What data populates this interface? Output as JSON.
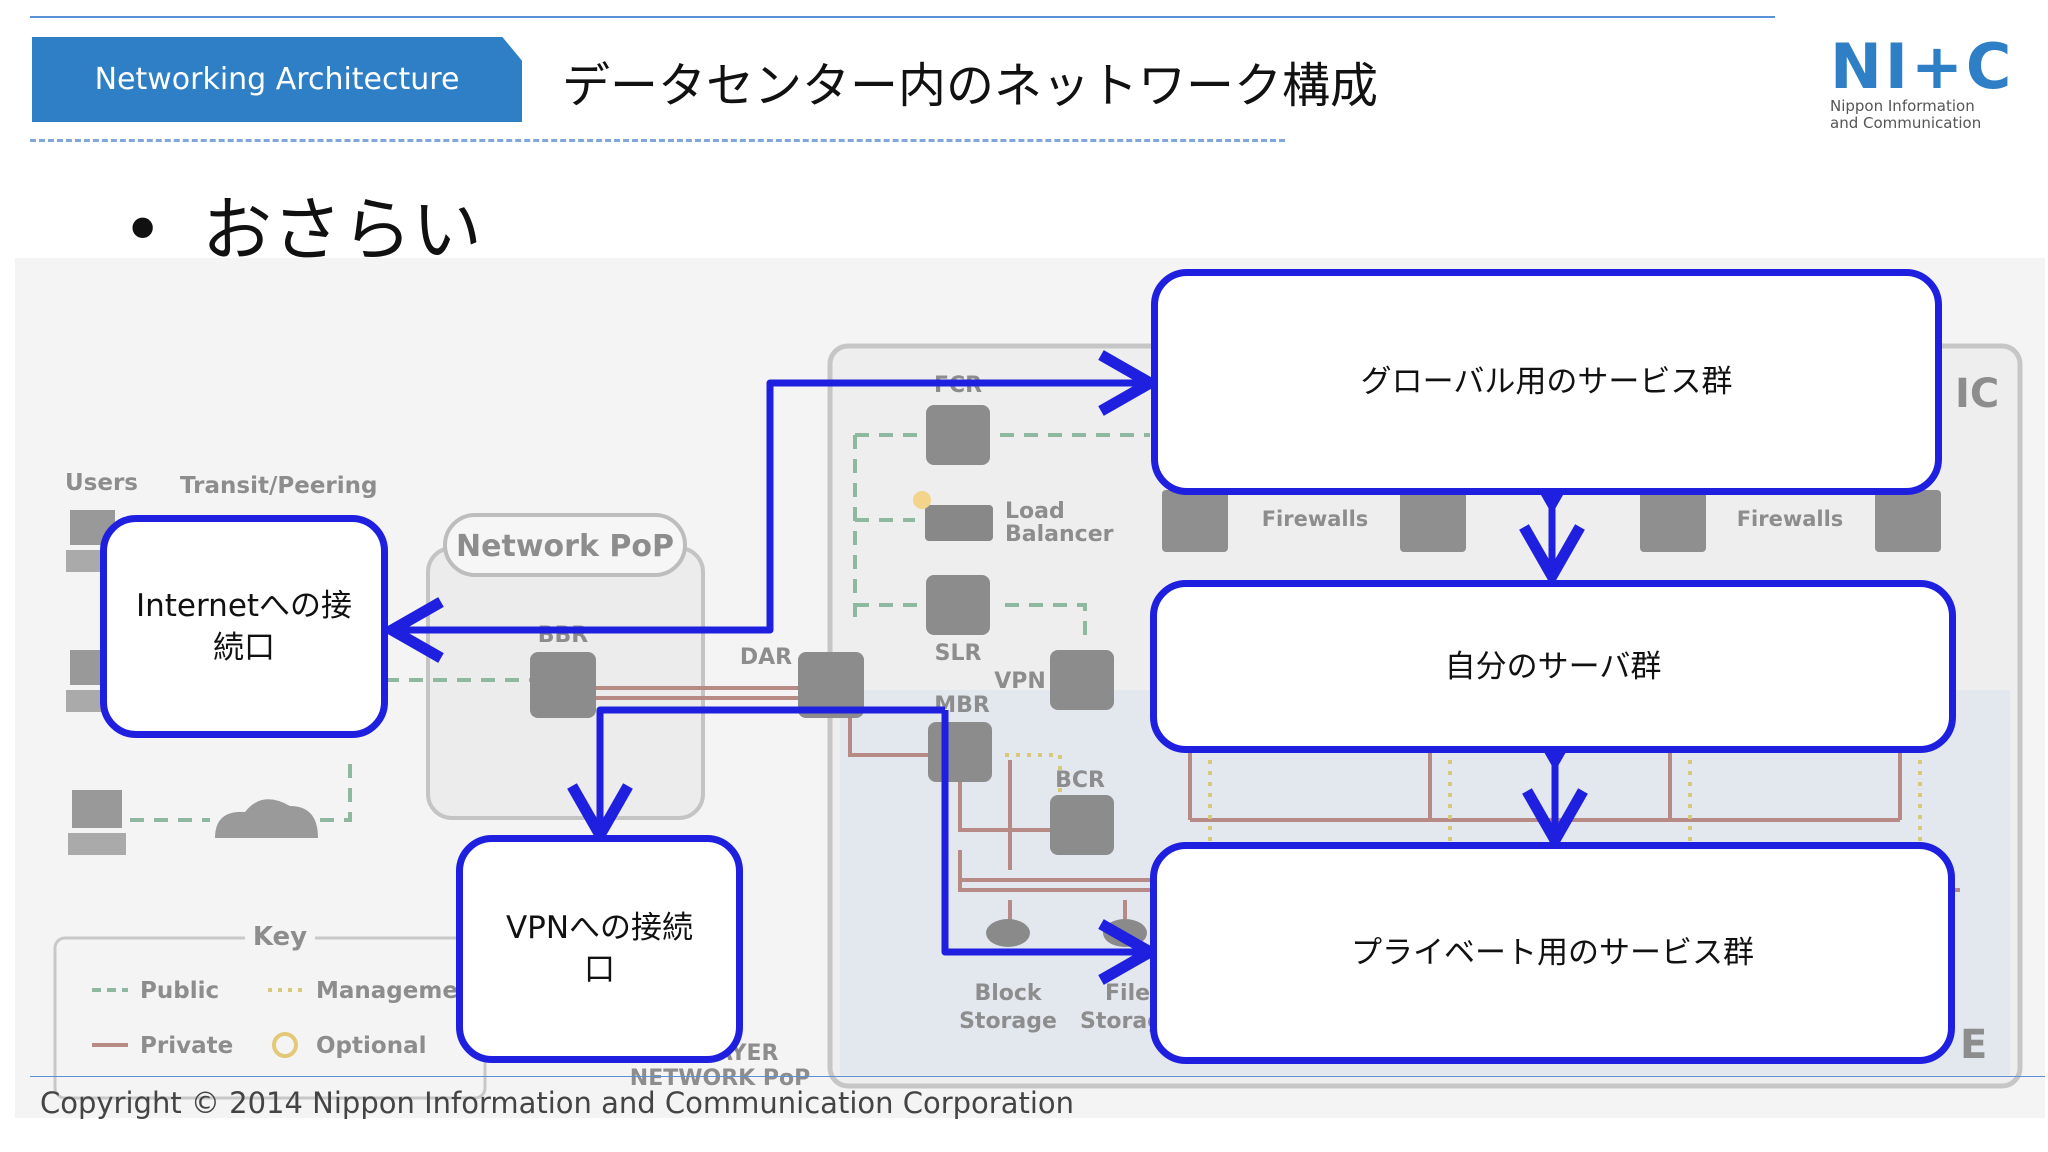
{
  "header": {
    "section_tab": "Networking Architecture",
    "title": "データセンター内のネットワーク構成",
    "logo_mark": "NI+C",
    "logo_line1": "Nippon Information",
    "logo_line2": "and Communication"
  },
  "bullet": {
    "mark": "•",
    "text": "おさらい"
  },
  "background_diagram": {
    "users": "Users",
    "transit": "Transit/Peering",
    "network_pop": "Network PoP",
    "bbr": "BBR",
    "dar": "DAR",
    "fcr": "FCR",
    "load_balancer_1": "Load",
    "load_balancer_2": "Balancer",
    "slr": "SLR",
    "vpn": "VPN",
    "mbr": "MBR",
    "bcr": "BCR",
    "firewalls": "Firewalls",
    "block_storage_1": "Block",
    "block_storage_2": "Storage",
    "file_storage_1": "File",
    "file_storage_2": "Storag",
    "key_title": "Key",
    "key_public": "Public",
    "key_management": "Managemen",
    "key_private": "Private",
    "key_optional": "Optional",
    "layer_pop_1": "LAYER",
    "layer_pop_2": "NETWORK PoP",
    "dc_label": "IC",
    "dc_label_2": "E"
  },
  "callouts": {
    "internet": "Internetへの接\n続口",
    "vpn": "VPNへの接続\n口",
    "global": "グローバル用のサービス群",
    "own_servers": "自分のサーバ群",
    "private": "プライベート用のサービス群"
  },
  "colors": {
    "accent_blue": "#2f7fc6",
    "arrow_blue": "#1f1fe0",
    "public_green": "#8fb8a0",
    "private_red": "#b88a85",
    "management_yellow": "#d8c87a"
  },
  "footer": {
    "copyright": "Copyright © 2014 Nippon Information and Communication Corporation"
  }
}
